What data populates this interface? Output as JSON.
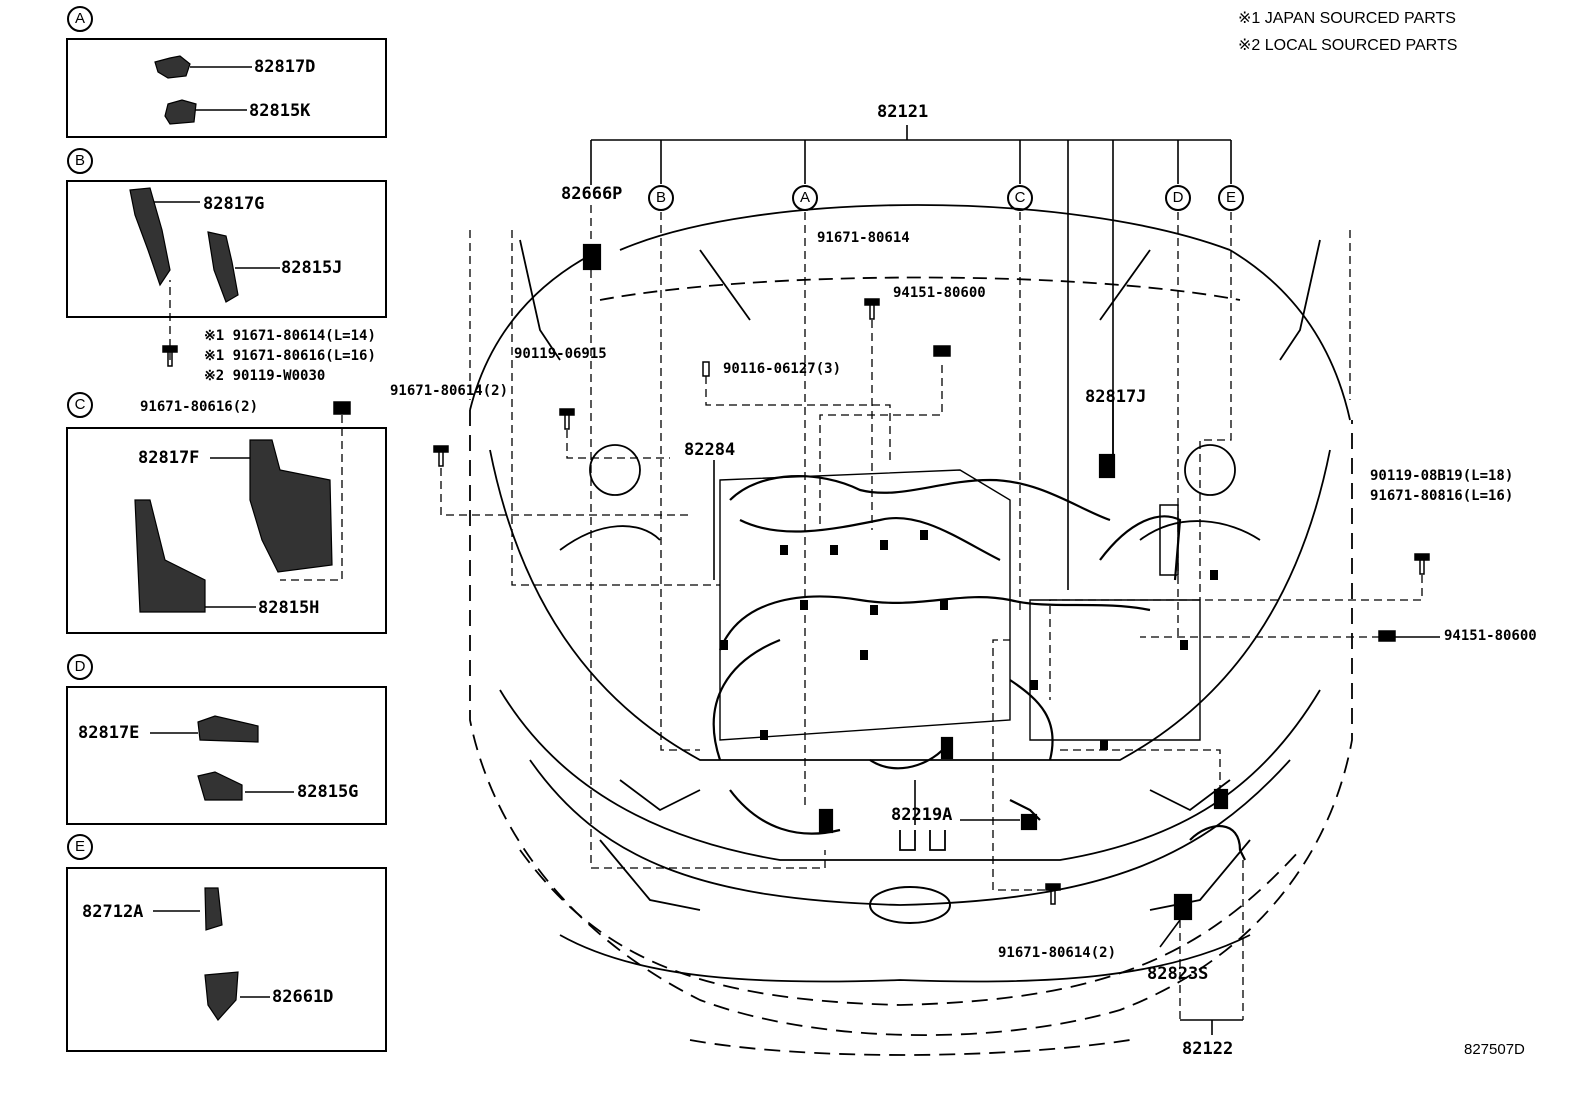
{
  "notes": {
    "japan": "※1 JAPAN SOURCED PARTS",
    "local": "※2 LOCAL SOURCED PARTS"
  },
  "diagram_id": "827507D",
  "groups": {
    "A": {
      "letter": "A",
      "parts": [
        "82817D",
        "82815K"
      ]
    },
    "B": {
      "letter": "B",
      "parts": [
        "82817G",
        "82815J"
      ]
    },
    "C": {
      "letter": "C",
      "parts": [
        "82817F",
        "82815H"
      ]
    },
    "D": {
      "letter": "D",
      "parts": [
        "82817E",
        "82815G"
      ]
    },
    "E": {
      "letter": "E",
      "parts": [
        "82712A",
        "82661D"
      ]
    }
  },
  "b_bolts": {
    "l1": "※1 91671-80614(L=14)",
    "l2": "※1 91671-80616(L=16)",
    "l3": "※2 90119-W0030"
  },
  "c_bolt": "91671-80616(2)",
  "top_callouts": {
    "main": "82121",
    "letters": [
      "B",
      "A",
      "C",
      "D",
      "E"
    ]
  },
  "parts": {
    "p82666P": "82666P",
    "p91671_80614": "91671-80614",
    "p94151_80600": "94151-80600",
    "p90119_06915": "90119-06915",
    "p90116_06127": "90116-06127(3)",
    "p91671_80614_2": "91671-80614(2)",
    "p82284": "82284",
    "p82817J": "82817J",
    "p90119_08B19": "90119-08B19(L=18)",
    "p91671_80816": "91671-80816(L=16)",
    "p94151_80600_r": "94151-80600",
    "p82219A": "82219A",
    "p91671_80614_b": "91671-80614(2)",
    "p82823S": "82823S",
    "p82122": "82122"
  }
}
